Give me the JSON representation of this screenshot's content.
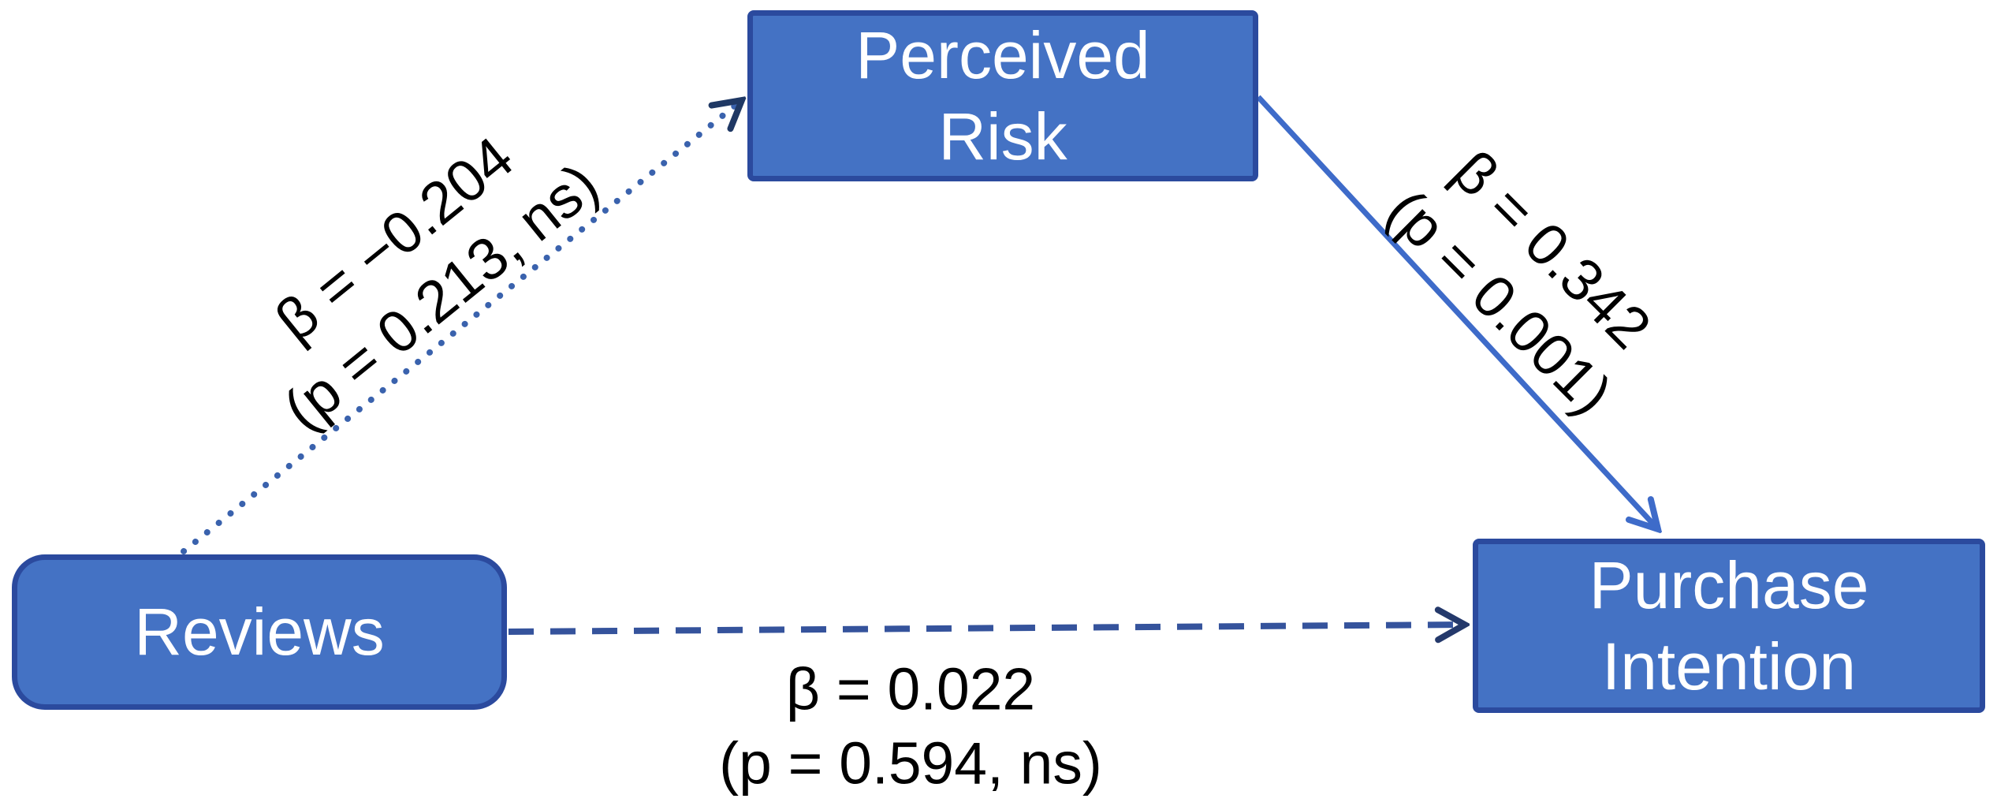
{
  "figure": {
    "type": "mediation-path-diagram",
    "background": "#ffffff"
  },
  "colors": {
    "node_fill": "#4472C4",
    "node_border": "#2B4A9E",
    "node_text": "#FFFFFF",
    "solid_path": "#3E6BC9",
    "dotted_path": "#3A62AD",
    "dashed_path": "#35539C",
    "arrowhead_dark": "#1F3864",
    "label_text": "#000000"
  },
  "nodes": {
    "reviews": {
      "label_lines": [
        "Reviews"
      ]
    },
    "perceived_risk": {
      "label_lines": [
        "Perceived",
        "Risk"
      ]
    },
    "purchase_intention": {
      "label_lines": [
        "Purchase",
        "Intention"
      ]
    }
  },
  "paths": {
    "reviews_to_perceived_risk": {
      "from": "Reviews",
      "to": "Perceived Risk",
      "line_style": "dotted",
      "beta_line": "β = −0.204",
      "p_line": "(p = 0.213, ns)"
    },
    "perceived_risk_to_purchase_intention": {
      "from": "Perceived Risk",
      "to": "Purchase Intention",
      "line_style": "solid",
      "beta_line": "β = 0.342",
      "p_line": "(p = 0.001)"
    },
    "reviews_to_purchase_intention": {
      "from": "Reviews",
      "to": "Purchase Intention",
      "line_style": "dashed",
      "beta_line": "β = 0.022",
      "p_line": "(p = 0.594, ns)"
    }
  }
}
